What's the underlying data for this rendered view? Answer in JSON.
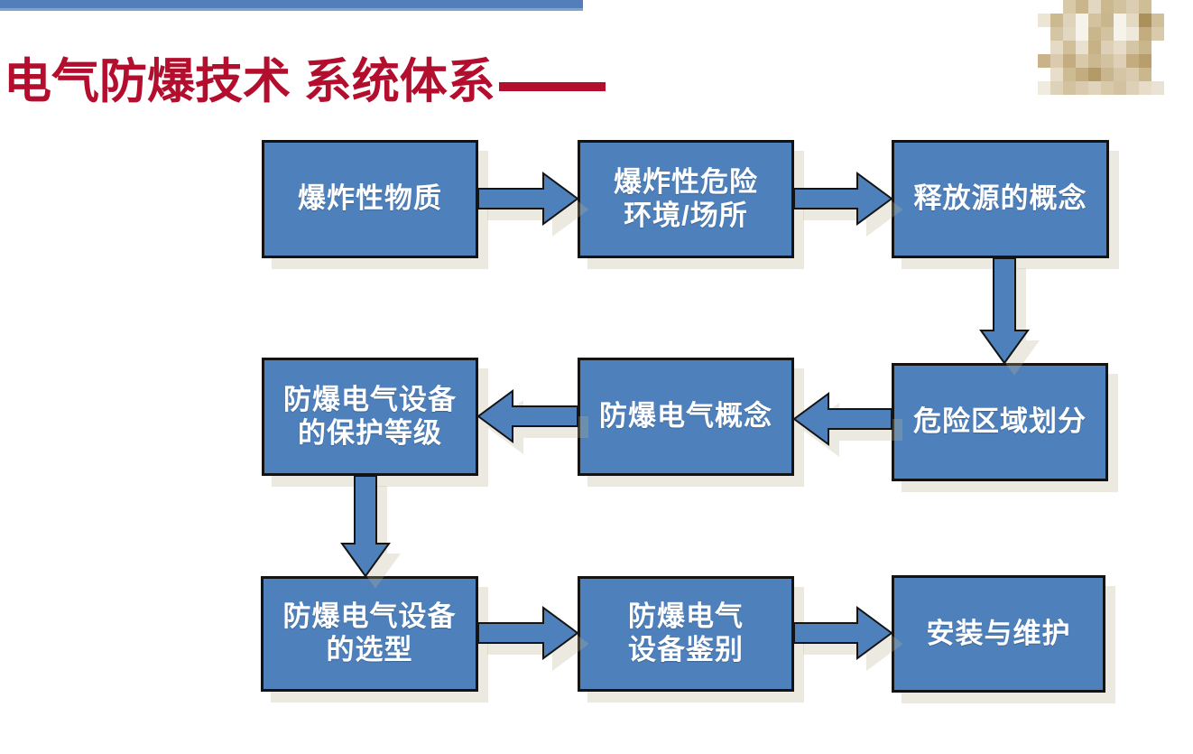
{
  "slide": {
    "title": {
      "text": "电气防爆技术 系统体系",
      "dash": "——",
      "full": "电气防爆技术 系统体系——",
      "color": "#b30e2d"
    },
    "top_bar_color": "#527fba",
    "logo": {
      "name": "pixelated-emblem-logo",
      "palette_rows": [
        [
          "",
          "",
          "#d8c9a9",
          "#c9b68c",
          "#e2d8c2",
          "#cbb88e",
          "#d3c29e",
          "#dbcdb2",
          "#cfbd96",
          ""
        ],
        [
          "#ece5d4",
          "#cdb98f",
          "#dfd3ba",
          "#f6f3ea",
          "#d2c2a0",
          "#c9b68c",
          "#f6f3ea",
          "#e4dac4",
          "#ab905c",
          "#d0bf98"
        ],
        [
          "",
          "#d4c5a4",
          "#e2d7c0",
          "#f6f3ea",
          "#c9b68c",
          "#d2c2a0",
          "#f6f3ea",
          "#efe9dc",
          "#c3ad80",
          "#d8caaa"
        ],
        [
          "",
          "#e4dac6",
          "#d0bf98",
          "#e9e1d0",
          "#c7b286",
          "#ddd0b6",
          "#e6dcc8",
          "#d4c5a4",
          "#c9b68c",
          ""
        ],
        [
          "#c9b489",
          "#dacbae",
          "#c3ad80",
          "#d8c9a8",
          "#cbb890",
          "#d2c2a0",
          "#ddd0b6",
          "#c3ad80",
          "#b89e6c",
          ""
        ],
        [
          "",
          "#e6ddca",
          "#cdbb92",
          "#c3ad80",
          "#b49a66",
          "#c9b68e",
          "#d4c5a4",
          "#dacbae",
          "#cbb78e",
          ""
        ],
        [
          "#f0ebdf",
          "#ddd2ba",
          "#d2c2a0",
          "#dacbae",
          "#e0d5bc",
          "#d8c9a8",
          "#d2c2a0",
          "#ddd0b6",
          "#e6dcc8",
          "#eae2d2"
        ]
      ]
    },
    "flowchart": {
      "box_fill": "#4e80bc",
      "box_border": "#131313",
      "text_color": "#ffffff",
      "boxes": [
        {
          "id": "box-1",
          "label": "爆炸性物质"
        },
        {
          "id": "box-2",
          "label": "爆炸性危险\n环境/场所"
        },
        {
          "id": "box-3",
          "label": "释放源的概念"
        },
        {
          "id": "box-4",
          "label": "防爆电气设备\n的保护等级"
        },
        {
          "id": "box-5",
          "label": "防爆电气概念"
        },
        {
          "id": "box-6",
          "label": "危险区域划分"
        },
        {
          "id": "box-7",
          "label": "防爆电气设备\n的选型"
        },
        {
          "id": "box-8",
          "label": "防爆电气\n设备鉴别"
        },
        {
          "id": "box-9",
          "label": "安装与维护"
        }
      ],
      "arrows": [
        {
          "from": "爆炸性物质",
          "to": "爆炸性危险环境/场所",
          "direction": "right"
        },
        {
          "from": "爆炸性危险环境/场所",
          "to": "释放源的概念",
          "direction": "right"
        },
        {
          "from": "释放源的概念",
          "to": "危险区域划分",
          "direction": "down"
        },
        {
          "from": "危险区域划分",
          "to": "防爆电气概念",
          "direction": "left"
        },
        {
          "from": "防爆电气概念",
          "to": "防爆电气设备的保护等级",
          "direction": "left"
        },
        {
          "from": "防爆电气设备的保护等级",
          "to": "防爆电气设备的选型",
          "direction": "down"
        },
        {
          "from": "防爆电气设备的选型",
          "to": "防爆电气设备鉴别",
          "direction": "right"
        },
        {
          "from": "防爆电气设备鉴别",
          "to": "安装与维护",
          "direction": "right"
        }
      ]
    }
  }
}
